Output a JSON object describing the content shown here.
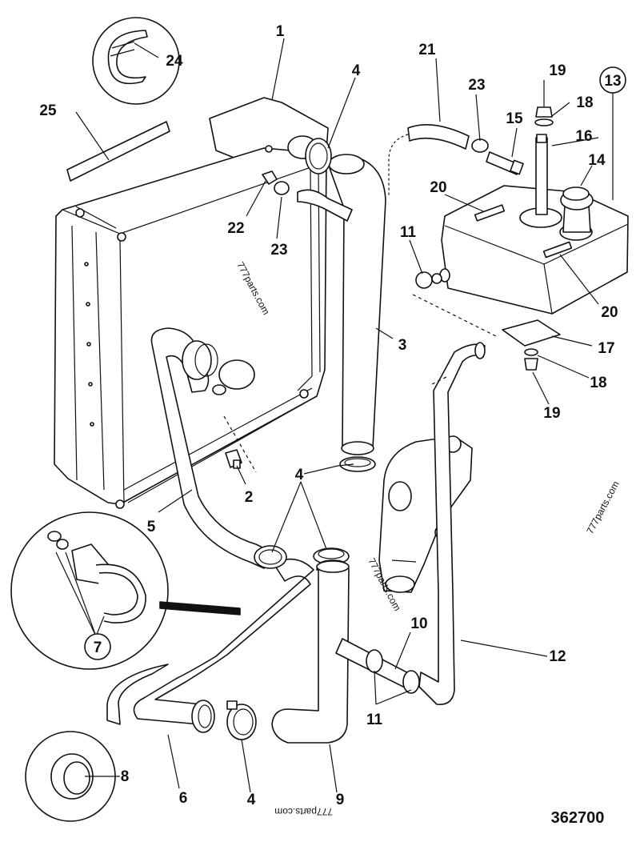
{
  "figure_reference": "362700",
  "watermark": "777parts.com",
  "callouts": [
    {
      "id": "c1",
      "label": "1"
    },
    {
      "id": "c2",
      "label": "2"
    },
    {
      "id": "c3",
      "label": "3"
    },
    {
      "id": "c4a",
      "label": "4"
    },
    {
      "id": "c4b",
      "label": "4"
    },
    {
      "id": "c4c",
      "label": "4"
    },
    {
      "id": "c5",
      "label": "5"
    },
    {
      "id": "c6",
      "label": "6"
    },
    {
      "id": "c7",
      "label": "7"
    },
    {
      "id": "c8",
      "label": "8"
    },
    {
      "id": "c9",
      "label": "9"
    },
    {
      "id": "c10",
      "label": "10"
    },
    {
      "id": "c11a",
      "label": "11"
    },
    {
      "id": "c11b",
      "label": "11"
    },
    {
      "id": "c12",
      "label": "12"
    },
    {
      "id": "c13",
      "label": "13"
    },
    {
      "id": "c14",
      "label": "14"
    },
    {
      "id": "c15",
      "label": "15"
    },
    {
      "id": "c16",
      "label": "16"
    },
    {
      "id": "c17",
      "label": "17"
    },
    {
      "id": "c18a",
      "label": "18"
    },
    {
      "id": "c18b",
      "label": "18"
    },
    {
      "id": "c19a",
      "label": "19"
    },
    {
      "id": "c19b",
      "label": "19"
    },
    {
      "id": "c20a",
      "label": "20"
    },
    {
      "id": "c20b",
      "label": "20"
    },
    {
      "id": "c21",
      "label": "21"
    },
    {
      "id": "c22",
      "label": "22"
    },
    {
      "id": "c23a",
      "label": "23"
    },
    {
      "id": "c23b",
      "label": "23"
    },
    {
      "id": "c24",
      "label": "24"
    },
    {
      "id": "c25",
      "label": "25"
    }
  ]
}
